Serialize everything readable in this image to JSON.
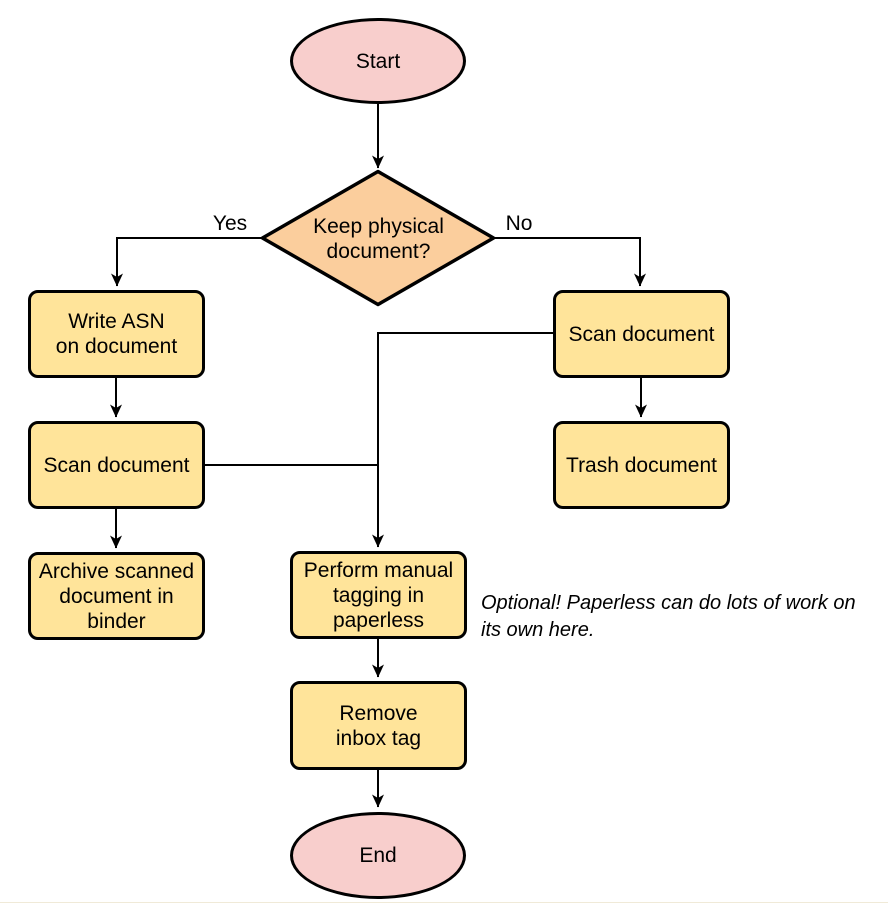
{
  "colors": {
    "process_fill": "#FFE49A",
    "decision_fill": "#FBCE9D",
    "terminal_fill": "#F8CECC",
    "stroke": "#000000"
  },
  "nodes": {
    "start": {
      "type": "terminal",
      "label": "Start"
    },
    "decision": {
      "type": "decision",
      "label": "Keep physical\ndocument?"
    },
    "write_asn": {
      "type": "process",
      "label": "Write ASN\non document"
    },
    "scan_left": {
      "type": "process",
      "label": "Scan document"
    },
    "archive": {
      "type": "process",
      "label": "Archive scanned\ndocument in\nbinder"
    },
    "scan_right": {
      "type": "process",
      "label": "Scan document"
    },
    "trash": {
      "type": "process",
      "label": "Trash document"
    },
    "tagging": {
      "type": "process",
      "label": "Perform manual\ntagging in\npaperless"
    },
    "remove_inbox": {
      "type": "process",
      "label": "Remove\ninbox tag"
    },
    "end": {
      "type": "terminal",
      "label": "End"
    }
  },
  "edge_labels": {
    "yes": "Yes",
    "no": "No"
  },
  "annotation": {
    "text": "Optional! Paperless can do lots of work on\nits own here."
  }
}
